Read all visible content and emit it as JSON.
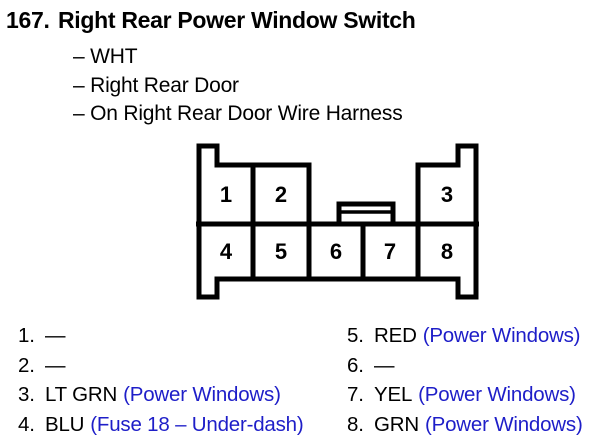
{
  "header": {
    "number": "167.",
    "title": "Right Rear Power Window Switch",
    "details": [
      "– WHT",
      "– Right Rear Door",
      "– On Right Rear Door Wire Harness"
    ]
  },
  "connector": {
    "description": "8-cavity connector, face view with side latches and center lock tab",
    "pins": [
      "1",
      "2",
      "3",
      "4",
      "5",
      "6",
      "7",
      "8"
    ]
  },
  "pin_table": {
    "left": [
      {
        "num": "1.",
        "wire": "—",
        "circuit": ""
      },
      {
        "num": "2.",
        "wire": "—",
        "circuit": ""
      },
      {
        "num": "3.",
        "wire": "LT GRN",
        "circuit": "(Power Windows)"
      },
      {
        "num": "4.",
        "wire": "BLU",
        "circuit": "(Fuse 18 – Under-dash)"
      }
    ],
    "right": [
      {
        "num": "5.",
        "wire": "RED",
        "circuit": "(Power Windows)"
      },
      {
        "num": "6.",
        "wire": "—",
        "circuit": ""
      },
      {
        "num": "7.",
        "wire": "YEL",
        "circuit": "(Power Windows)"
      },
      {
        "num": "8.",
        "wire": "GRN",
        "circuit": "(Power Windows)"
      }
    ]
  },
  "colors": {
    "ink": "#000000",
    "circuit_blue": "#1e1ec8",
    "background": "#ffffff"
  }
}
